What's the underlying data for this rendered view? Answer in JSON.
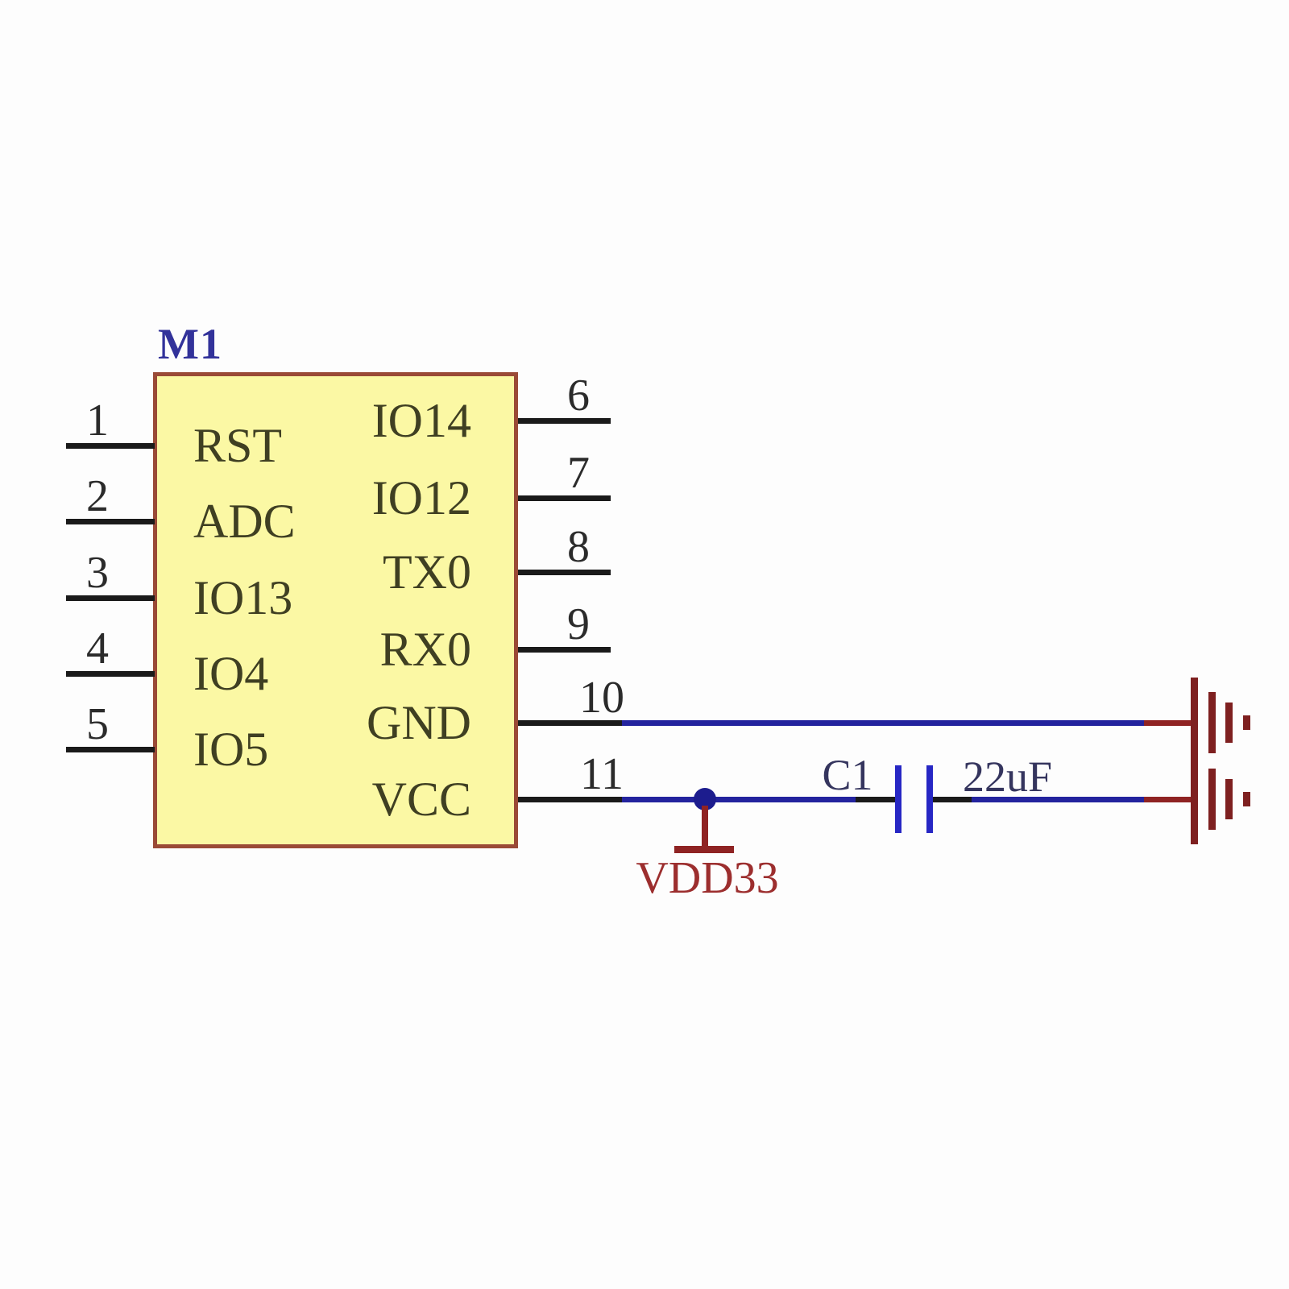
{
  "ic": {
    "designator": "M1",
    "left_pins": [
      {
        "number": "1",
        "name": "RST"
      },
      {
        "number": "2",
        "name": "ADC"
      },
      {
        "number": "3",
        "name": "IO13"
      },
      {
        "number": "4",
        "name": "IO4"
      },
      {
        "number": "5",
        "name": "IO5"
      }
    ],
    "right_pins": [
      {
        "number": "6",
        "name": "IO14"
      },
      {
        "number": "7",
        "name": "IO12"
      },
      {
        "number": "8",
        "name": "TX0"
      },
      {
        "number": "9",
        "name": "RX0"
      },
      {
        "number": "10",
        "name": "GND"
      },
      {
        "number": "11",
        "name": "VCC"
      }
    ]
  },
  "capacitor": {
    "designator": "C1",
    "value": "22uF"
  },
  "power": {
    "label": "VDD33"
  },
  "colors": {
    "ic_fill": "#fbf8a4",
    "ic_border": "#9a4a36",
    "wire_blue": "#23239e",
    "lead_black": "#1a1a1a",
    "power_red": "#8f2323",
    "ground_red": "#7e2020",
    "value_text_navy": "#35355e",
    "designator_blue": "#32329a",
    "pin_text_olive": "#3f3f22",
    "background": "#fdfdfd"
  }
}
